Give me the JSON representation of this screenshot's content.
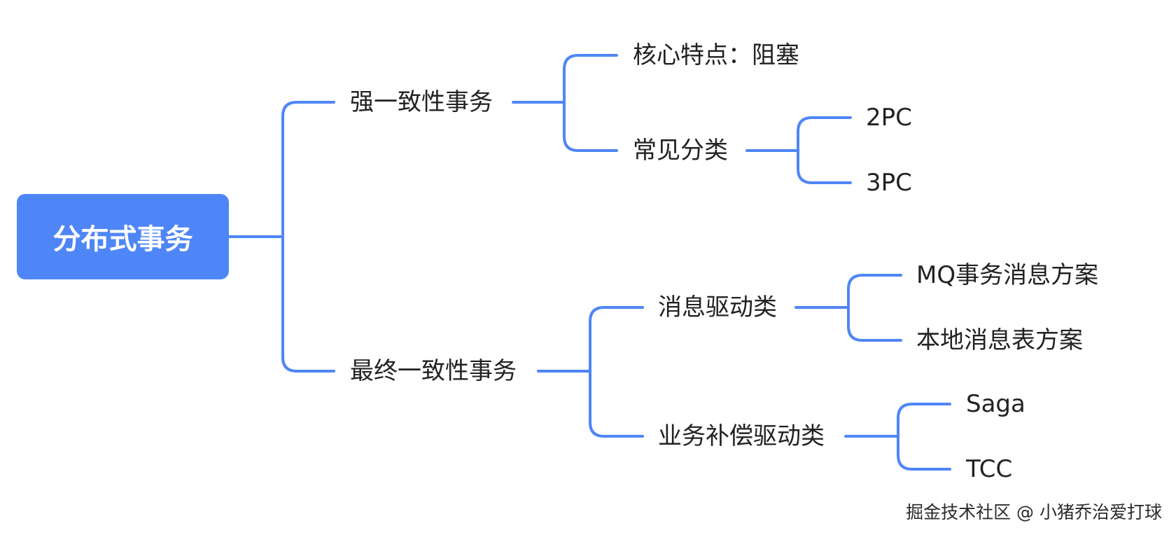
{
  "root": {
    "label": "分布式事务"
  },
  "branches": [
    {
      "label": "强一致性事务",
      "children": [
        {
          "label": "核心特点：阻塞"
        },
        {
          "label": "常见分类",
          "children": [
            {
              "label": "2PC"
            },
            {
              "label": "3PC"
            }
          ]
        }
      ]
    },
    {
      "label": "最终一致性事务",
      "children": [
        {
          "label": "消息驱动类",
          "children": [
            {
              "label": "MQ事务消息方案"
            },
            {
              "label": "本地消息表方案"
            }
          ]
        },
        {
          "label": "业务补偿驱动类",
          "children": [
            {
              "label": "Saga"
            },
            {
              "label": "TCC"
            }
          ]
        }
      ]
    }
  ],
  "watermark": "掘金技术社区 @ 小猪乔治爱打球",
  "colors": {
    "accent": "#4f86f7",
    "text": "#222222",
    "line": "#4f86f7"
  }
}
